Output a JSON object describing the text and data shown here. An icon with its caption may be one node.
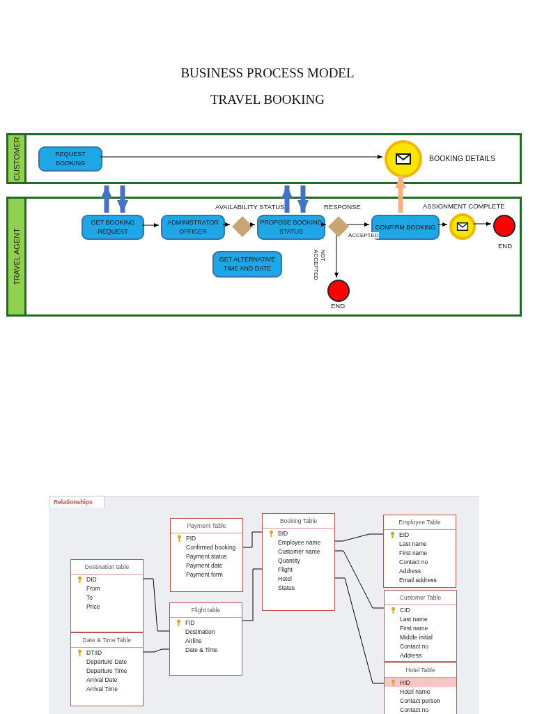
{
  "diagram": {
    "title": "BUSINESS PROCESS MODEL TRAVEL BOOKING",
    "nodes": [
      {
        "text": [
          "CUSTOMER"
        ]
      },
      {
        "text": [
          "REQUEST BOOKING"
        ],
        "in": 0
      },
      {
        "text": [],
        "shape": "circle",
        "in": 0,
        "beside": [
          "BOOKING DETAILS"
        ]
      },
      {
        "text": [
          "TRAVEL AGENT"
        ]
      },
      {
        "text": [
          "GET BOOKING REQUEST"
        ],
        "in": 3
      },
      {
        "text": [
          "ADMINISTRATOR OFFICER"
        ],
        "in": 3
      },
      {
        "text": [],
        "shape": "diamond",
        "in": 3,
        "beside": [
          "AVAILABILITY STATUS"
        ]
      },
      {
        "text": [
          "PROPOSE BOOKING STATUS"
        ],
        "in": 3
      },
      {
        "text": [],
        "shape": "diamond",
        "in": 3,
        "beside": [
          "RESPONSE"
        ]
      },
      {
        "text": [
          "CONFIRM BOOKING"
        ],
        "in": 3
      },
      {
        "text": [],
        "shape": "circle",
        "in": 3,
        "beside": [
          "ASSIGNMENT COMPLETE"
        ]
      },
      {
        "text": [],
        "shape": "circle",
        "in": 3,
        "beside": [
          "END"
        ]
      },
      {
        "text": [
          "GET ALTERNATIVE TIME AND DATE"
        ],
        "in": 3
      },
      {
        "text": [],
        "shape": "circle",
        "in": 3,
        "beside": [
          "END"
        ]
      },
      {
        "text": [
          "Relationships"
        ]
      },
      {
        "text": [
          "Payment Table",
          "PID",
          "Confirmed booking",
          "Payment status",
          "Payment date",
          "Payment form"
        ],
        "in": 14
      },
      {
        "text": [
          "Destination table",
          "DID",
          "From",
          "To",
          "Price"
        ],
        "in": 14
      },
      {
        "text": [
          "Flight table",
          "FID",
          "Destination",
          "Airline",
          "Date & Time"
        ],
        "in": 14
      },
      {
        "text": [
          "Date & Time Table",
          "DTIID",
          "Departure Date",
          "Departure Time",
          "Arrival Date",
          "Arrival Time"
        ],
        "in": 14
      },
      {
        "text": [
          "Booking Table",
          "BID",
          "Employee name",
          "Customer name",
          "Quantity",
          "Flight",
          "Hotel",
          "Status"
        ],
        "in": 14
      },
      {
        "text": [
          "Employee Table",
          "EID",
          "Last name",
          "First name",
          "Contact no",
          "Address",
          "Email address"
        ],
        "in": 14
      },
      {
        "text": [
          "Customer Table",
          "CID",
          "Last name",
          "First name",
          "Middle initial",
          "Contact no",
          "Address"
        ],
        "in": 14
      },
      {
        "text": [
          "Hotel Table",
          "HID",
          "Hotel name",
          "Contact person",
          "Contact no"
        ],
        "in": 14
      }
    ],
    "edges": [
      {
        "from": 1,
        "to": 2,
        "arrow": "to"
      },
      {
        "from": 4,
        "to": 0,
        "arrow": "to",
        "style": "thick",
        "color": "#4472c4"
      },
      {
        "from": 0,
        "to": 4,
        "arrow": "to",
        "style": "thick",
        "color": "#4472c4"
      },
      {
        "from": 7,
        "to": 0,
        "arrow": "to",
        "style": "thick",
        "color": "#4472c4"
      },
      {
        "from": 0,
        "to": 7,
        "arrow": "to",
        "style": "thick",
        "color": "#4472c4"
      },
      {
        "from": 9,
        "to": 2,
        "arrow": "to",
        "style": "thick",
        "color": "#f4b183"
      },
      {
        "from": 4,
        "to": 5,
        "arrow": "to"
      },
      {
        "from": 5,
        "to": 6,
        "arrow": "to"
      },
      {
        "from": 6,
        "to": 7,
        "arrow": "to"
      },
      {
        "from": 7,
        "to": 8,
        "arrow": "to"
      },
      {
        "from": 8,
        "to": 9,
        "arrow": "to",
        "label": "ACCEPTED"
      },
      {
        "from": 8,
        "to": 13,
        "arrow": "to",
        "label": "NOT ACCEPTED"
      },
      {
        "from": 9,
        "to": 10,
        "arrow": "to"
      },
      {
        "from": 10,
        "to": 11,
        "arrow": "to"
      },
      {
        "from": 15,
        "to": 19,
        "arrow": "none"
      },
      {
        "from": 16,
        "to": 17,
        "arrow": "none"
      },
      {
        "from": 18,
        "to": 17,
        "arrow": "none"
      },
      {
        "from": 17,
        "to": 19,
        "arrow": "none"
      },
      {
        "from": 19,
        "to": 20,
        "arrow": "none"
      },
      {
        "from": 19,
        "to": 21,
        "arrow": "none"
      },
      {
        "from": 19,
        "to": 22,
        "arrow": "none"
      }
    ]
  }
}
